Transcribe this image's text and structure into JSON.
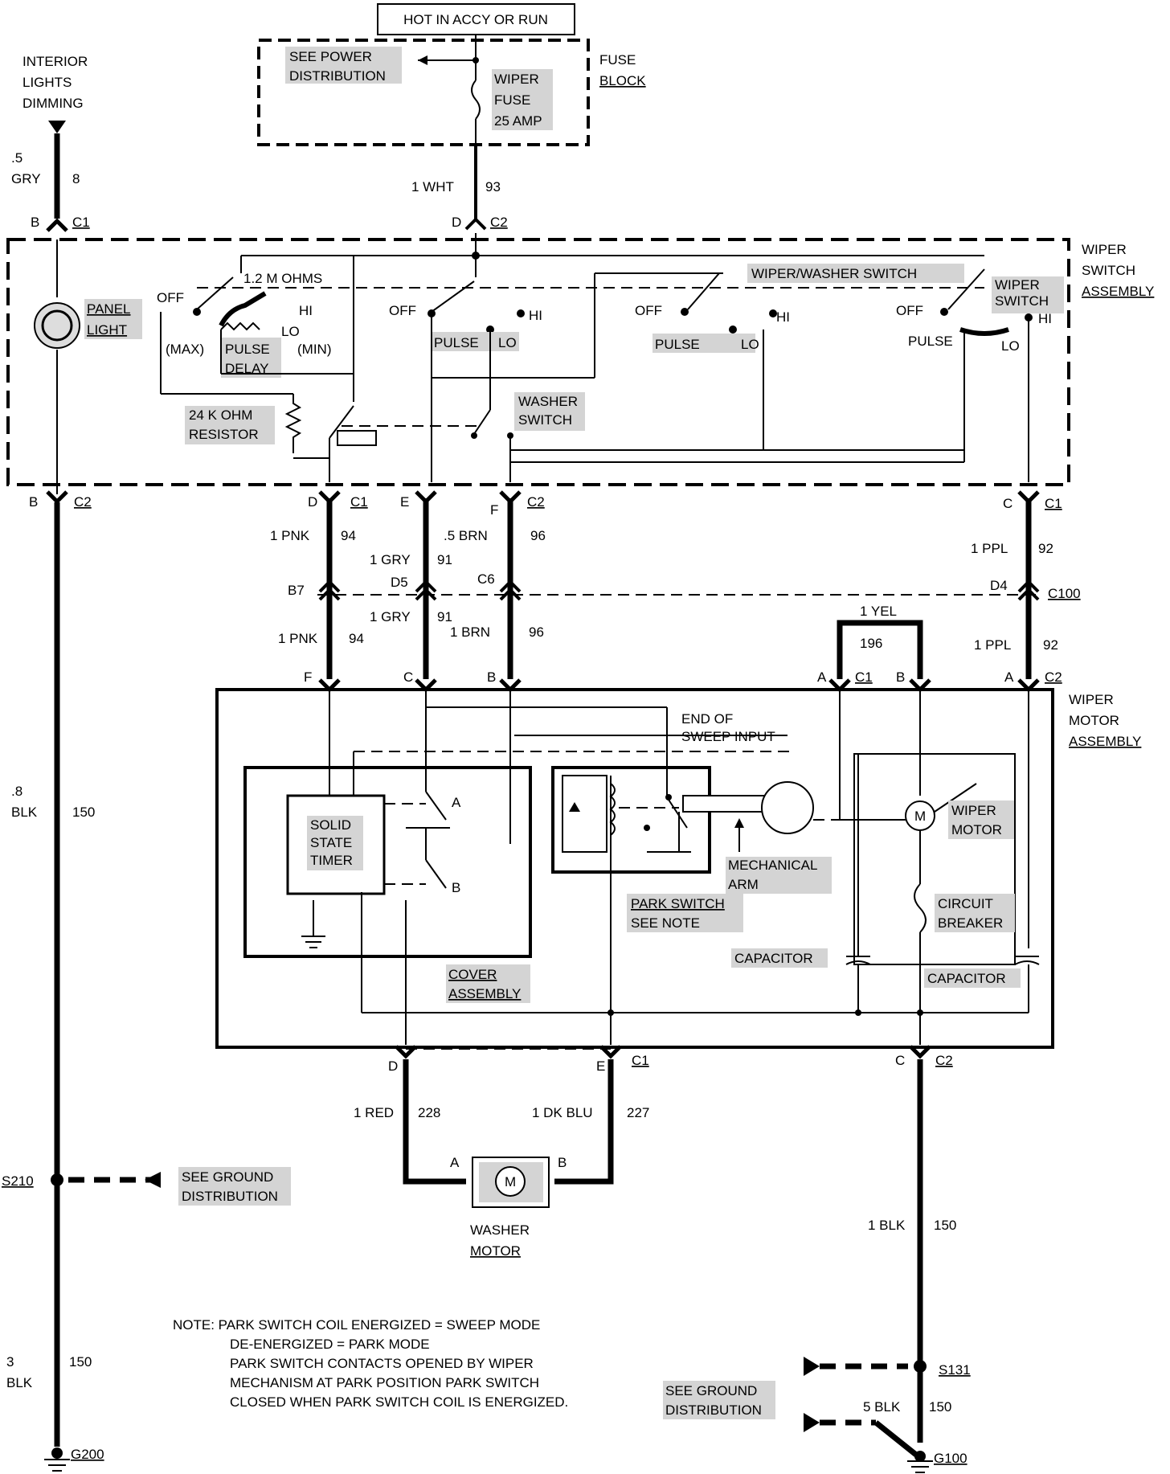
{
  "source": {
    "label": "HOT IN ACCY OR RUN"
  },
  "fuse_block": {
    "title": [
      "FUSE",
      "BLOCK"
    ],
    "see_power": [
      "SEE POWER",
      "DISTRIBUTION"
    ],
    "fuse": [
      "WIPER",
      "FUSE",
      "25 AMP"
    ]
  },
  "interior_lights": [
    "INTERIOR",
    "LIGHTS",
    "DIMMING"
  ],
  "wire_top_left": {
    "size": ".5",
    "color": "GRY",
    "circuit": "8"
  },
  "wire_fuse": {
    "size_color": "1 WHT",
    "circuit": "93"
  },
  "connectors": {
    "b_c1": {
      "pin": "B",
      "conn": "C1"
    },
    "d_c2_top": {
      "pin": "D",
      "conn": "C2"
    },
    "b_c2": {
      "pin": "B",
      "conn": "C2"
    },
    "d_c1": {
      "pin": "D",
      "conn": "C1"
    },
    "e": {
      "pin": "E"
    },
    "f_c2": {
      "pin": "F",
      "conn": "C2"
    },
    "c_c1": {
      "pin": "C",
      "conn": "C1"
    },
    "c100": {
      "conn": "C100",
      "pins": [
        "B7",
        "D5",
        "C6",
        "D4"
      ]
    },
    "motor_top": {
      "f": "F",
      "c": "C",
      "b": "B",
      "a1": "A",
      "c1": "C1",
      "b2": "B",
      "a2": "A",
      "c2": "C2"
    },
    "motor_bottom": {
      "d": "D",
      "e": "E",
      "c1": "C1",
      "c": "C",
      "c2": "C2"
    }
  },
  "switch_assembly": {
    "title": [
      "WIPER",
      "SWITCH",
      "ASSEMBLY"
    ],
    "panel_light": [
      "PANEL",
      "LIGHT"
    ],
    "ohms": "1.2 M OHMS",
    "resistor": [
      "24 K OHM",
      "RESISTOR"
    ],
    "pulse_delay": [
      "PULSE",
      "DELAY"
    ],
    "max": "(MAX)",
    "min": "(MIN)",
    "wiper_washer_switch": "WIPER/WASHER SWITCH",
    "wiper_switch": [
      "WIPER",
      "SWITCH"
    ],
    "washer_switch": [
      "WASHER",
      "SWITCH"
    ],
    "off": "OFF",
    "hi": "HI",
    "lo": "LO",
    "pulse": "PULSE"
  },
  "mid_wires": {
    "pnk_top": {
      "size_color": "1 PNK",
      "circuit": "94"
    },
    "gry_top": {
      "size_color": "1 GRY",
      "circuit": "91"
    },
    "brn_top": {
      "size_color": ".5 BRN",
      "circuit": "96"
    },
    "ppl_top": {
      "size_color": "1 PPL",
      "circuit": "92"
    },
    "pnk_bot": {
      "size_color": "1 PNK",
      "circuit": "94"
    },
    "gry_bot": {
      "size_color": "1 GRY",
      "circuit": "91"
    },
    "brn_bot": {
      "size_color": "1 BRN",
      "circuit": "96"
    },
    "yel": {
      "size_color": "1 YEL",
      "circuit": "196"
    },
    "ppl_bot": {
      "size_color": "1 PPL",
      "circuit": "92"
    }
  },
  "motor_assembly": {
    "title": [
      "WIPER",
      "MOTOR",
      "ASSEMBLY"
    ],
    "timer": [
      "SOLID",
      "STATE",
      "TIMER"
    ],
    "end_sweep": [
      "END OF",
      "SWEEP INPUT"
    ],
    "mech_arm": [
      "MECHANICAL",
      "ARM"
    ],
    "park_switch": [
      "PARK SWITCH",
      "SEE NOTE"
    ],
    "cover": [
      "COVER",
      "ASSEMBLY"
    ],
    "capacitor": "CAPACITOR",
    "wiper_motor": [
      "WIPER",
      "MOTOR"
    ],
    "circuit_breaker": [
      "CIRCUIT",
      "BREAKER"
    ],
    "motor_symbol": "M",
    "contact_a": "A",
    "contact_b": "B"
  },
  "left_wire": {
    "size": ".8",
    "color": "BLK",
    "circuit": "150"
  },
  "s210": {
    "splice": "S210",
    "ground": [
      "SEE GROUND",
      "DISTRIBUTION"
    ]
  },
  "left_bottom_wire": {
    "size": "3",
    "color": "BLK",
    "circuit": "150"
  },
  "g200": "G200",
  "washer": {
    "red": {
      "size_color": "1 RED",
      "circuit": "228"
    },
    "blu": {
      "size_color": "1 DK BLU",
      "circuit": "227"
    },
    "pin_a": "A",
    "pin_b": "B",
    "title": [
      "WASHER",
      "MOTOR"
    ],
    "motor_symbol": "M"
  },
  "right_wire": {
    "size_color": "1 BLK",
    "circuit": "150"
  },
  "s131": "S131",
  "ground_right": [
    "SEE GROUND",
    "DISTRIBUTION"
  ],
  "right_bottom": {
    "size_color": "5 BLK",
    "circuit": "150"
  },
  "g100": "G100",
  "note": [
    "NOTE: PARK SWITCH COIL ENERGIZED = SWEEP MODE",
    "DE-ENERGIZED = PARK MODE",
    "PARK SWITCH CONTACTS OPENED BY WIPER",
    "MECHANISM AT PARK POSITION PARK SWITCH",
    "CLOSED WHEN PARK SWITCH COIL IS ENERGIZED."
  ]
}
